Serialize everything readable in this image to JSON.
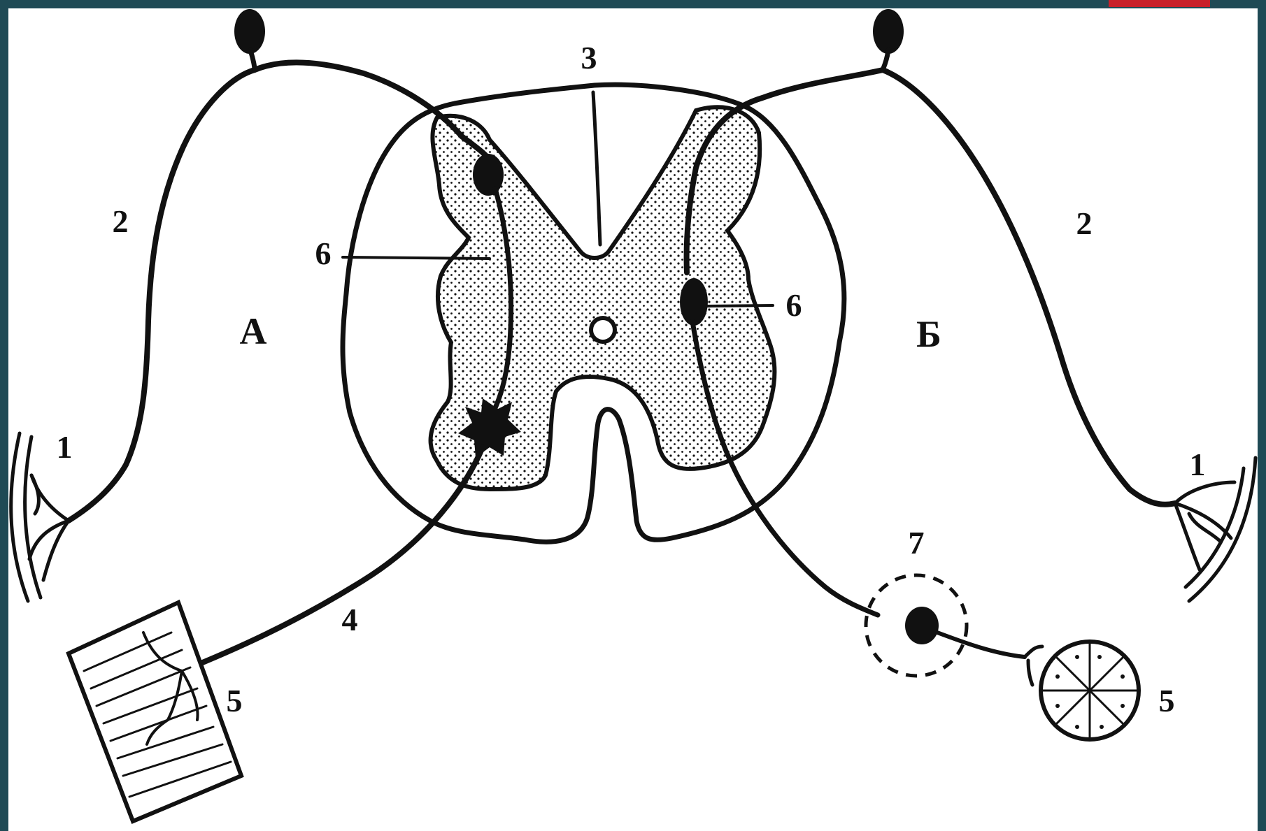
{
  "colors": {
    "background": "#1f4a55",
    "canvas": "#ffffff",
    "ink": "#111111",
    "accent": "#c8202a"
  },
  "labels": {
    "n3": "3",
    "n2_left": "2",
    "n2_right": "2",
    "n6_left": "6",
    "n6_right": "6",
    "A": "А",
    "B": "Б",
    "n1_left": "1",
    "n1_right": "1",
    "n4": "4",
    "n5_left": "5",
    "n5_right": "5",
    "n7": "7"
  }
}
